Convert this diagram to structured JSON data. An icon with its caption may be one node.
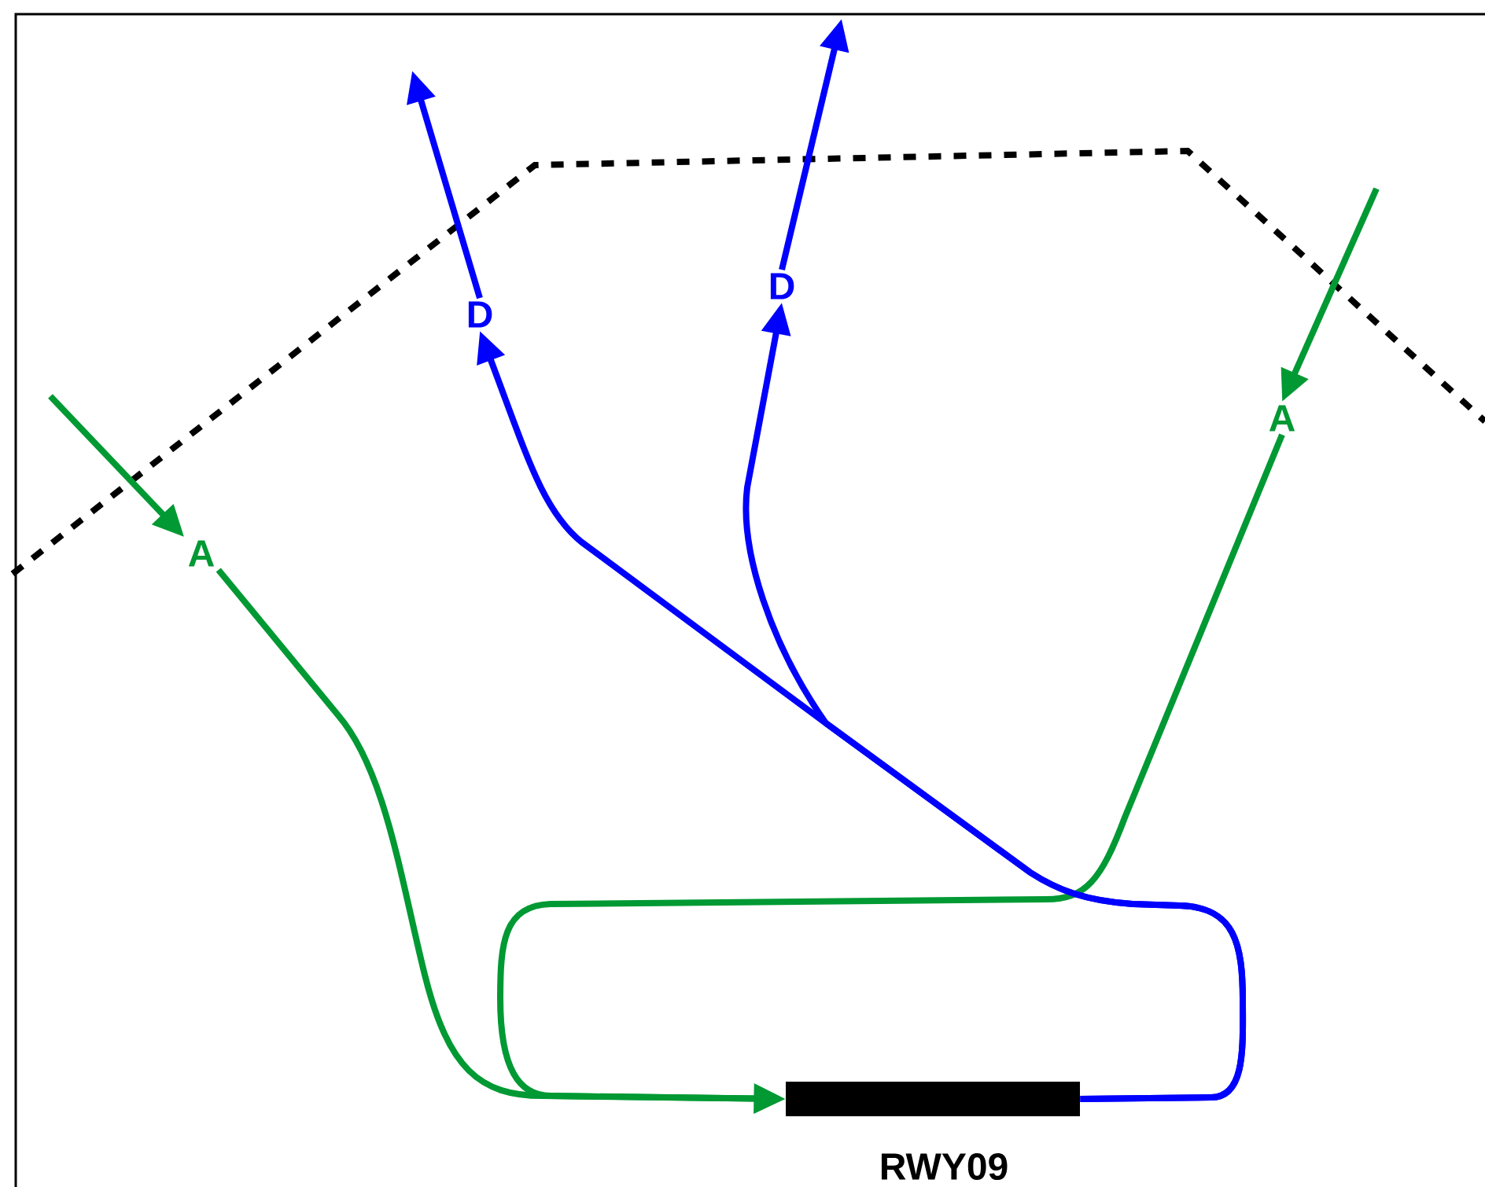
{
  "diagram": {
    "nodes": [
      {
        "text": [
          "A"
        ]
      },
      {
        "text": [
          "D"
        ]
      },
      {
        "text": [
          "D"
        ]
      },
      {
        "text": [
          "A"
        ]
      },
      {
        "text": [
          "RWY09"
        ]
      }
    ],
    "edges": [
      {
        "from": null,
        "to": 0,
        "arrow": "to",
        "color": "#009933"
      },
      {
        "from": 0,
        "to": 4,
        "arrow": "to",
        "color": "#009933"
      },
      {
        "from": 3,
        "to": 4,
        "arrow": "to",
        "color": "#009933"
      },
      {
        "from": null,
        "to": 3,
        "arrow": "to",
        "color": "#009933"
      },
      {
        "from": 4,
        "to": 1,
        "arrow": "to",
        "color": "#0000ff"
      },
      {
        "from": 4,
        "to": 2,
        "arrow": "to",
        "color": "#0000ff"
      },
      {
        "from": 1,
        "to": null,
        "arrow": "to",
        "color": "#0000ff"
      },
      {
        "from": 2,
        "to": null,
        "arrow": "to",
        "color": "#0000ff"
      }
    ]
  }
}
